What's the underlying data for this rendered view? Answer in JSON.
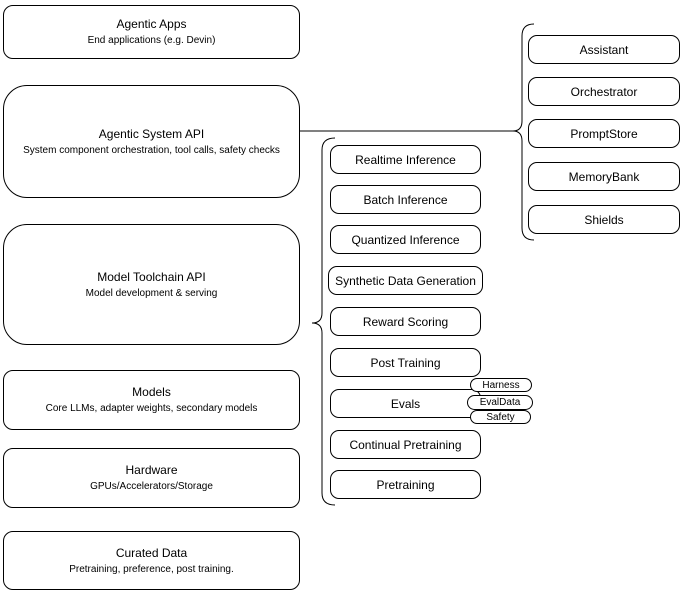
{
  "colors": {
    "stroke": "#000000",
    "fill": "#ffffff",
    "background": "#ffffff"
  },
  "left_stack": [
    {
      "title": "Agentic Apps",
      "subtitle": "End applications (e.g. Devin)"
    },
    {
      "title": "Agentic System API",
      "subtitle": "System component orchestration, tool calls, safety checks"
    },
    {
      "title": "Model Toolchain API",
      "subtitle": "Model development & serving"
    },
    {
      "title": "Models",
      "subtitle": "Core LLMs, adapter weights, secondary models"
    },
    {
      "title": "Hardware",
      "subtitle": "GPUs/Accelerators/Storage"
    },
    {
      "title": "Curated Data",
      "subtitle": "Pretraining, preference, post training."
    }
  ],
  "toolchain_items": [
    "Realtime Inference",
    "Batch Inference",
    "Quantized Inference",
    "Synthetic Data Generation",
    "Reward Scoring",
    "Post Training",
    "Evals",
    "Continual Pretraining",
    "Pretraining"
  ],
  "evals_tags": [
    "Harness",
    "EvalData",
    "Safety"
  ],
  "system_components": [
    "Assistant",
    "Orchestrator",
    "PromptStore",
    "MemoryBank",
    "Shields"
  ]
}
